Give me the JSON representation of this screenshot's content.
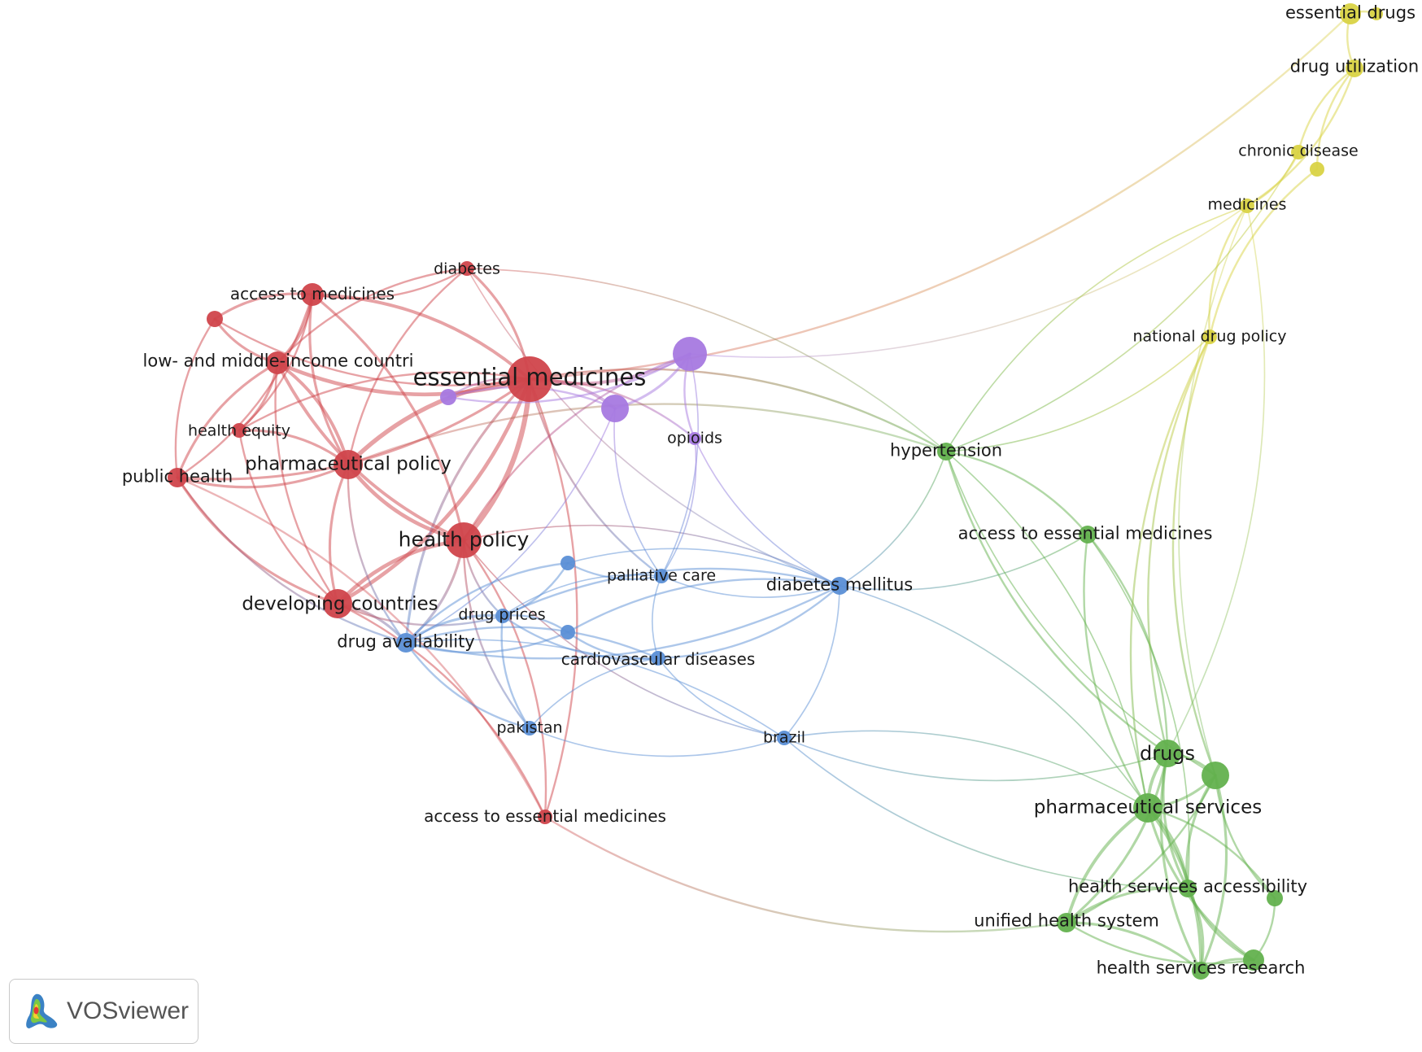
{
  "brand": {
    "name": "VOSviewer"
  },
  "clusters": {
    "red": "#d0454b",
    "green": "#63b14e",
    "blue": "#5b8fd6",
    "yellow": "#d9d344",
    "purple": "#a779e0"
  },
  "nodes": [
    {
      "id": "essential_medicines",
      "label": "essential medicines",
      "c": "red",
      "size": 28,
      "font": 29
    },
    {
      "id": "health_policy",
      "label": "health policy",
      "c": "red",
      "size": 22,
      "font": 25
    },
    {
      "id": "pharmaceutical_policy",
      "label": "pharmaceutical policy",
      "c": "red",
      "size": 18,
      "font": 23
    },
    {
      "id": "developing_countries",
      "label": "developing countries",
      "c": "red",
      "size": 18,
      "font": 23
    },
    {
      "id": "lmic",
      "label": "low- and middle-income countri",
      "c": "red",
      "size": 14,
      "font": 21
    },
    {
      "id": "access_to_medicines",
      "label": "access to medicines",
      "c": "red",
      "size": 14,
      "font": 20
    },
    {
      "id": "public_health",
      "label": "public health",
      "c": "red",
      "size": 12,
      "font": 21
    },
    {
      "id": "health_equity",
      "label": "health equity",
      "c": "red",
      "size": 9,
      "font": 19
    },
    {
      "id": "diabetes",
      "label": "diabetes",
      "c": "red",
      "size": 9,
      "font": 19
    },
    {
      "id": "red_unlabeled",
      "label": "",
      "c": "red",
      "size": 10,
      "font": 0
    },
    {
      "id": "access_essential_red",
      "label": "access to essential medicines",
      "c": "red",
      "size": 9,
      "font": 20
    },
    {
      "id": "purple_big",
      "label": "",
      "c": "purple",
      "size": 21,
      "font": 0
    },
    {
      "id": "purple_mid",
      "label": "",
      "c": "purple",
      "size": 17,
      "font": 0
    },
    {
      "id": "purple_small",
      "label": "",
      "c": "purple",
      "size": 10,
      "font": 0
    },
    {
      "id": "opioids",
      "label": "opioids",
      "c": "purple",
      "size": 8,
      "font": 19
    },
    {
      "id": "drug_availability",
      "label": "drug availability",
      "c": "blue",
      "size": 12,
      "font": 21
    },
    {
      "id": "drug_prices",
      "label": "drug prices",
      "c": "blue",
      "size": 9,
      "font": 19
    },
    {
      "id": "palliative_care",
      "label": "palliative care",
      "c": "blue",
      "size": 9,
      "font": 19
    },
    {
      "id": "diabetes_mellitus",
      "label": "diabetes mellitus",
      "c": "blue",
      "size": 11,
      "font": 21
    },
    {
      "id": "cardiovascular",
      "label": "cardiovascular diseases",
      "c": "blue",
      "size": 9,
      "font": 20
    },
    {
      "id": "pakistan",
      "label": "pakistan",
      "c": "blue",
      "size": 9,
      "font": 19
    },
    {
      "id": "brazil",
      "label": "brazil",
      "c": "blue",
      "size": 9,
      "font": 19
    },
    {
      "id": "blue_a",
      "label": "",
      "c": "blue",
      "size": 9,
      "font": 0
    },
    {
      "id": "blue_b",
      "label": "",
      "c": "blue",
      "size": 9,
      "font": 0
    },
    {
      "id": "hypertension",
      "label": "hypertension",
      "c": "green",
      "size": 11,
      "font": 21
    },
    {
      "id": "access_essential_green",
      "label": "access to essential medicines",
      "c": "green",
      "size": 11,
      "font": 21
    },
    {
      "id": "drugs",
      "label": "drugs",
      "c": "green",
      "size": 17,
      "font": 24
    },
    {
      "id": "pharmaceutical_services",
      "label": "pharmaceutical services",
      "c": "green",
      "size": 18,
      "font": 23
    },
    {
      "id": "green_big",
      "label": "",
      "c": "green",
      "size": 17,
      "font": 0
    },
    {
      "id": "hs_accessibility",
      "label": "health services accessibility",
      "c": "green",
      "size": 11,
      "font": 21
    },
    {
      "id": "unified_health",
      "label": "unified health system",
      "c": "green",
      "size": 12,
      "font": 21
    },
    {
      "id": "hs_research",
      "label": "health services research",
      "c": "green",
      "size": 11,
      "font": 21
    },
    {
      "id": "green_sm1",
      "label": "",
      "c": "green",
      "size": 13,
      "font": 0
    },
    {
      "id": "green_sm2",
      "label": "",
      "c": "green",
      "size": 10,
      "font": 0
    },
    {
      "id": "essential_drugs",
      "label": "essential drugs",
      "c": "yellow",
      "size": 13,
      "font": 21
    },
    {
      "id": "drug_utilization",
      "label": "drug utilization",
      "c": "yellow",
      "size": 11,
      "font": 21
    },
    {
      "id": "chronic_disease",
      "label": "chronic disease",
      "c": "yellow",
      "size": 9,
      "font": 19
    },
    {
      "id": "medicines",
      "label": "medicines",
      "c": "yellow",
      "size": 9,
      "font": 19
    },
    {
      "id": "national_drug_policy",
      "label": "national drug policy",
      "c": "yellow",
      "size": 9,
      "font": 19
    },
    {
      "id": "yellow_sm",
      "label": "",
      "c": "yellow",
      "size": 9,
      "font": 0
    },
    {
      "id": "yellow_sm2",
      "label": "",
      "c": "yellow",
      "size": 8,
      "font": 0
    }
  ]
}
